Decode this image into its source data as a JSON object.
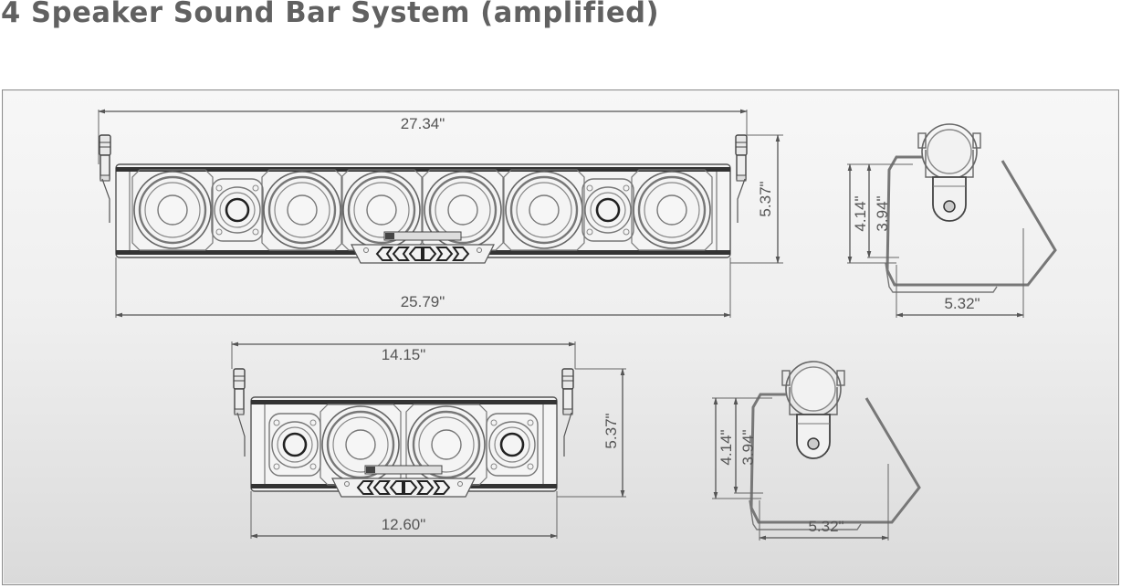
{
  "title": "4 Speaker Sound Bar System (amplified)",
  "colors": {
    "title": "#616161",
    "line": "#555555",
    "frame_border": "#8c8c8c",
    "background_top": "#f7f7f7",
    "background_bottom": "#dadada"
  },
  "large_unit": {
    "front_view": {
      "overall_width": "27.34\"",
      "body_width": "25.79\"",
      "height": "5.37\""
    },
    "side_view": {
      "overall_height": "4.14\"",
      "body_height": "3.94\"",
      "depth": "5.32\""
    }
  },
  "small_unit": {
    "front_view": {
      "overall_width": "14.15\"",
      "body_width": "12.60\"",
      "height": "5.37\""
    },
    "side_view": {
      "overall_height": "4.14\"",
      "body_height": "3.94\"",
      "depth": "5.32\""
    }
  }
}
